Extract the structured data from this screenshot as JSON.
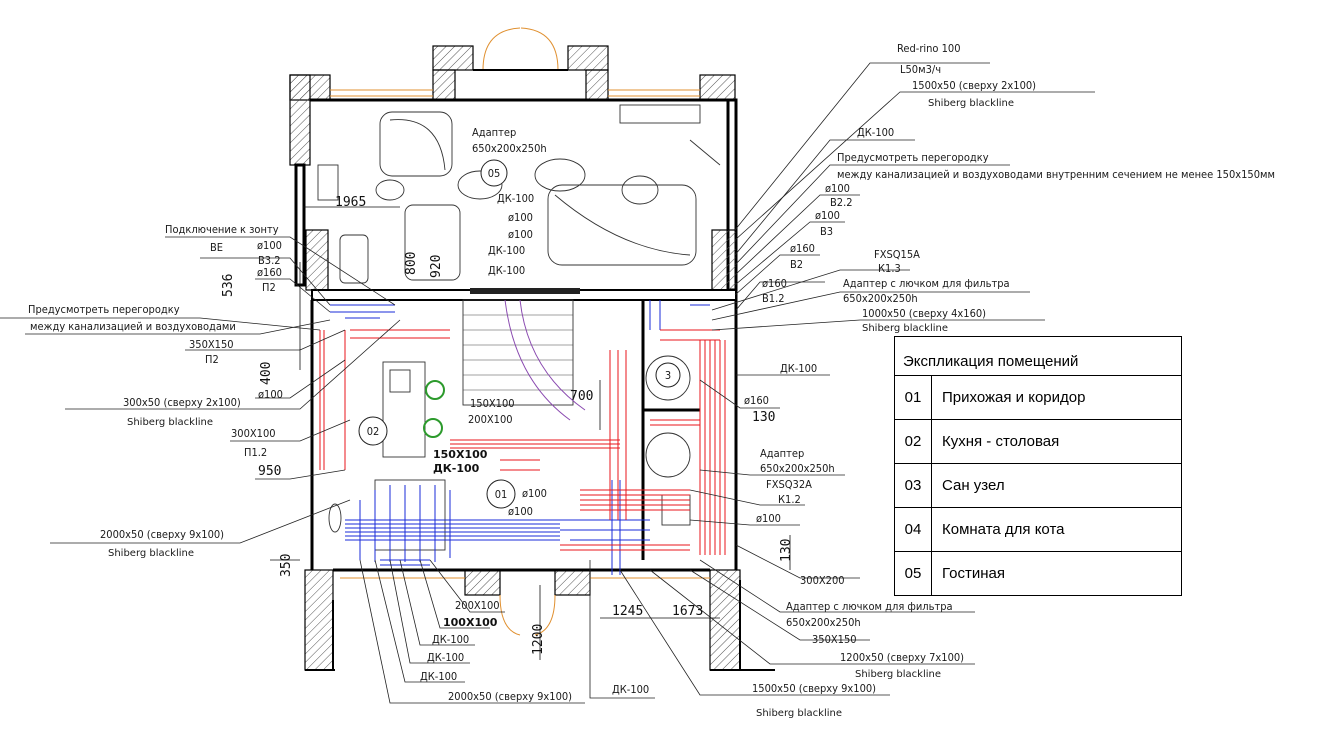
{
  "legend": {
    "title": "Экспликация помещений",
    "rows": [
      {
        "num": "01",
        "name": "Прихожая и коридор"
      },
      {
        "num": "02",
        "name": "Кухня - столовая"
      },
      {
        "num": "03",
        "name": "Сан узел"
      },
      {
        "num": "04",
        "name": "Комната для кота"
      },
      {
        "num": "05",
        "name": "Гостиная"
      }
    ]
  },
  "rooms": {
    "r01": "01",
    "r02": "02",
    "r05": "05",
    "r03": "3"
  },
  "right_labels": {
    "red_rino": "Red-rino  100",
    "l50": "L50м3/ч",
    "d1500_top": "1500x50 (сверху 2x100)",
    "shiberg1": "Shiberg blackline",
    "dk100_top": "ДК-100",
    "peregorodka": "Предусмотреть перегородку",
    "peregorodka2": "между канализацией и воздуховодами внутренним сечением не менее 150x150мм",
    "d100_b22": "ø100",
    "b22": "В2.2",
    "d100_b3": "ø100",
    "b3": "В3",
    "d160_b2": "ø160",
    "b2": "В2",
    "fxsq15a": "FXSQ15A",
    "k13": "К1.3",
    "d160_b12": "ø160",
    "b12": "В1.2",
    "adapter_filter": "Адаптер с лючком для фильтра",
    "a650_1": "650x200x250h",
    "d1000": "1000x50 (сверху 4x160)",
    "shiberg2": "Shiberg blackline",
    "dk100_mid": "ДК-100",
    "d160_130": "ø160",
    "n130": "130",
    "adapter2": "Адаптер",
    "a650_2": "650x200x250h",
    "fxsq32a": "FXSQ32A",
    "k12": "К1.2",
    "d100_k12": "ø100",
    "n130b": "130",
    "s300x200": "300X200",
    "adapter_filter2": "Адаптер с лючком для фильтра",
    "a650_3": "650x200x250h",
    "s350x150b": "350X150",
    "d1200": "1200x50 (сверху 7x100)",
    "shiberg3": "Shiberg blackline",
    "d1500_bot": "1500x50 (сверху 9x100)",
    "shiberg4": "Shiberg blackline"
  },
  "center_labels": {
    "adapter": "Адаптер",
    "a650": "650x200x250h",
    "dk100_a": "ДК-100",
    "d100_a": "ø100",
    "d100_b": "ø100",
    "dk100_b": "ДК-100",
    "dk100_c": "ДК-100",
    "s150x100": "150X100",
    "s200x100": "200X100",
    "s150x100b": "150X100",
    "dk100_d": "ДК-100",
    "d100_c": "ø100",
    "d100_d": "ø100",
    "n700": "700",
    "n1965": "1965",
    "n800": "800",
    "n920": "920"
  },
  "left_labels": {
    "podkl": "Подключение к зонту",
    "be": "ВЕ",
    "d100_b32": "ø100",
    "b32": "В3.2",
    "d160_p2": "ø160",
    "p2": "П2",
    "n536": "536",
    "peregorodka": "Предусмотреть перегородку",
    "peregorodka2": "между канализацией и воздуховодами",
    "s350x150": "350X150",
    "p2b": "П2",
    "n400": "400",
    "d100": "ø100",
    "d300x50": "300x50 (сверху 2x100)",
    "shiberg": "Shiberg blackline",
    "s300x100": "300X100",
    "p12": "П1.2",
    "n950": "950",
    "d2000": "2000x50 (сверху 9x100)",
    "shiberg5": "Shiberg blackline",
    "n350": "350"
  },
  "bottom_labels": {
    "s200x100": "200X100",
    "s100x100": "100X100",
    "dk1": "ДК-100",
    "dk2": "ДК-100",
    "dk3": "ДК-100",
    "d2000b": "2000x50 (сверху 9x100)",
    "n1200": "1200",
    "n1245": "1245",
    "n1673": "1673",
    "dk4": "ДК-100"
  }
}
